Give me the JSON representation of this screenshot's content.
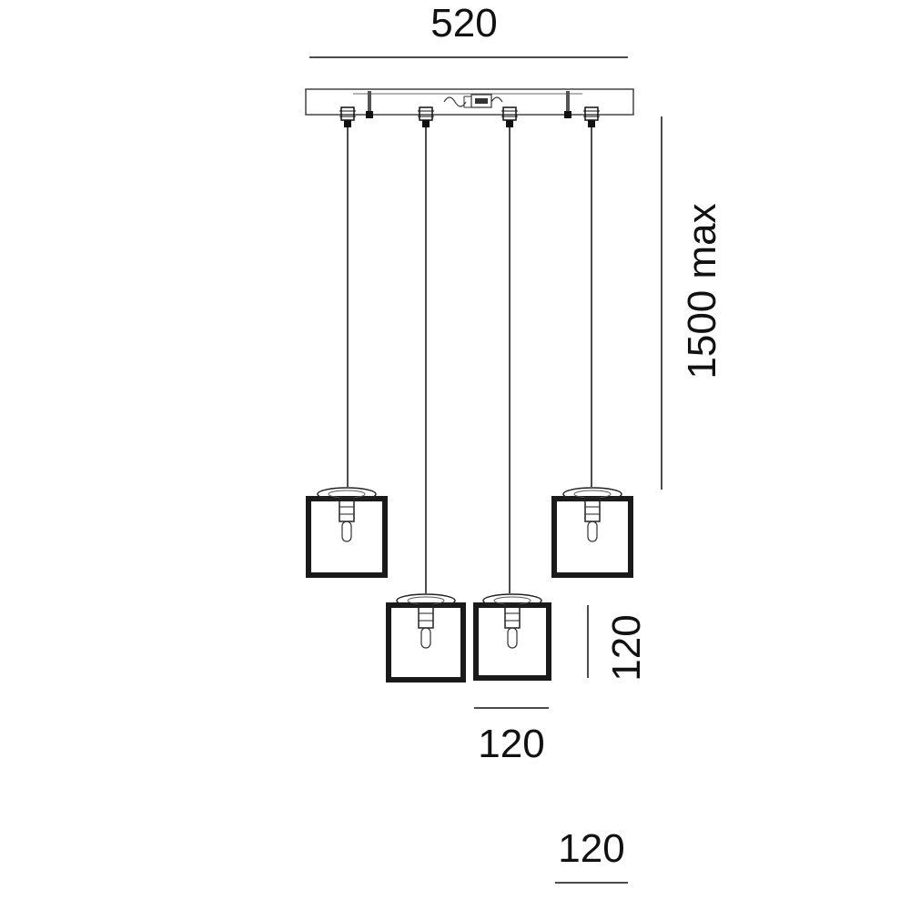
{
  "dimensions": {
    "width_label": "520",
    "height_label": "1500 max",
    "shade_height_label": "120",
    "shade_width_label": "120",
    "bottom_label": "120"
  },
  "colors": {
    "line": "#111111",
    "frame": "#1a1a1a",
    "canopy": "#444444"
  }
}
